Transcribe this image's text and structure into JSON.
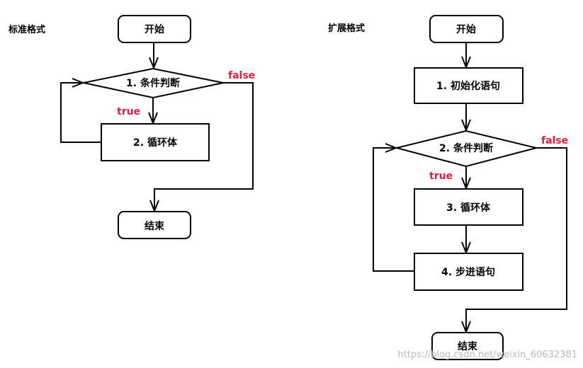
{
  "colors": {
    "stroke": "#000000",
    "label_red": "#e0203a",
    "watermark": "#b8b8b8",
    "background": "#ffffff"
  },
  "standard": {
    "title": "标准格式",
    "start": "开始",
    "condition": "1. 条件判断",
    "body": "2. 循环体",
    "end": "结束",
    "true_label": "true",
    "false_label": "false"
  },
  "extended": {
    "title": "扩展格式",
    "start": "开始",
    "init": "1. 初始化语句",
    "condition": "2. 条件判断",
    "body": "3. 循环体",
    "step": "4. 步进语句",
    "end": "结束",
    "true_label": "true",
    "false_label": "false"
  },
  "watermark": "https://blog.csdn.net/weixin_60632381"
}
